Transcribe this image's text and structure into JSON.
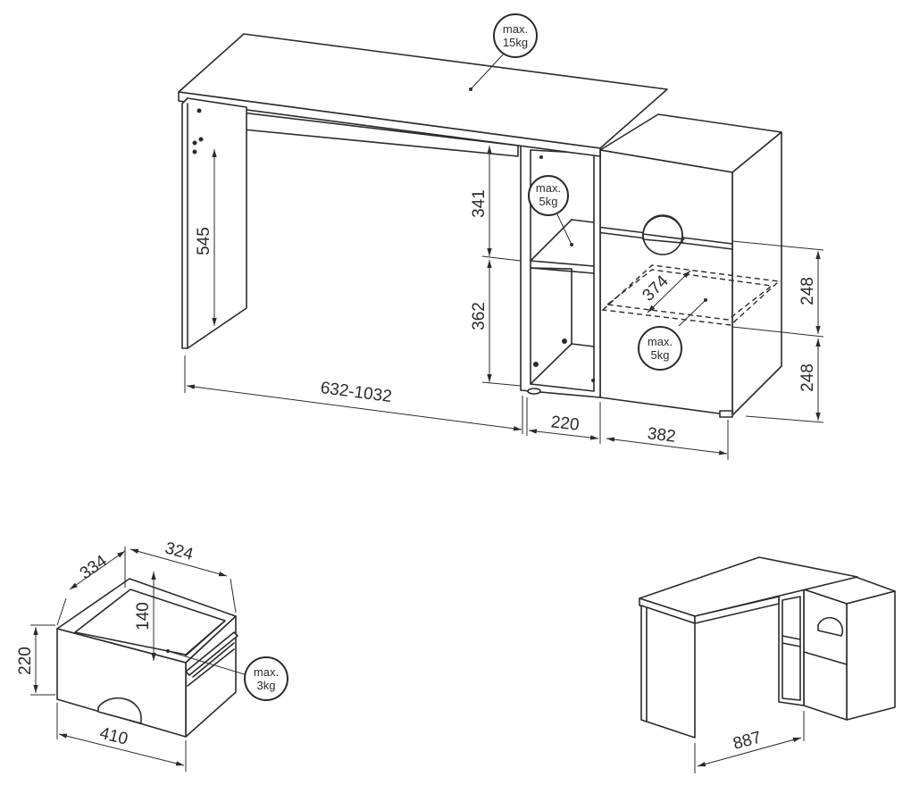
{
  "badges": {
    "top_load": [
      "max.",
      "15kg"
    ],
    "shelf_load": [
      "max.",
      "5kg"
    ],
    "drawer_area_load": [
      "max.",
      "5kg"
    ],
    "drawer_load": [
      "max.",
      "3kg"
    ]
  },
  "dimensions": {
    "leg_height": "545",
    "upper_shelf": "341",
    "lower_shelf": "362",
    "width_range": "632-1032",
    "shelf_width": "220",
    "cabinet_width": "382",
    "drawer_inner_depth": "374",
    "cabinet_upper_height": "248",
    "cabinet_lower_height": "248",
    "drawer_depth": "334",
    "drawer_width": "324",
    "drawer_inner_height": "140",
    "drawer_front_height": "220",
    "drawer_front_width": "410",
    "corner_width": "887"
  }
}
